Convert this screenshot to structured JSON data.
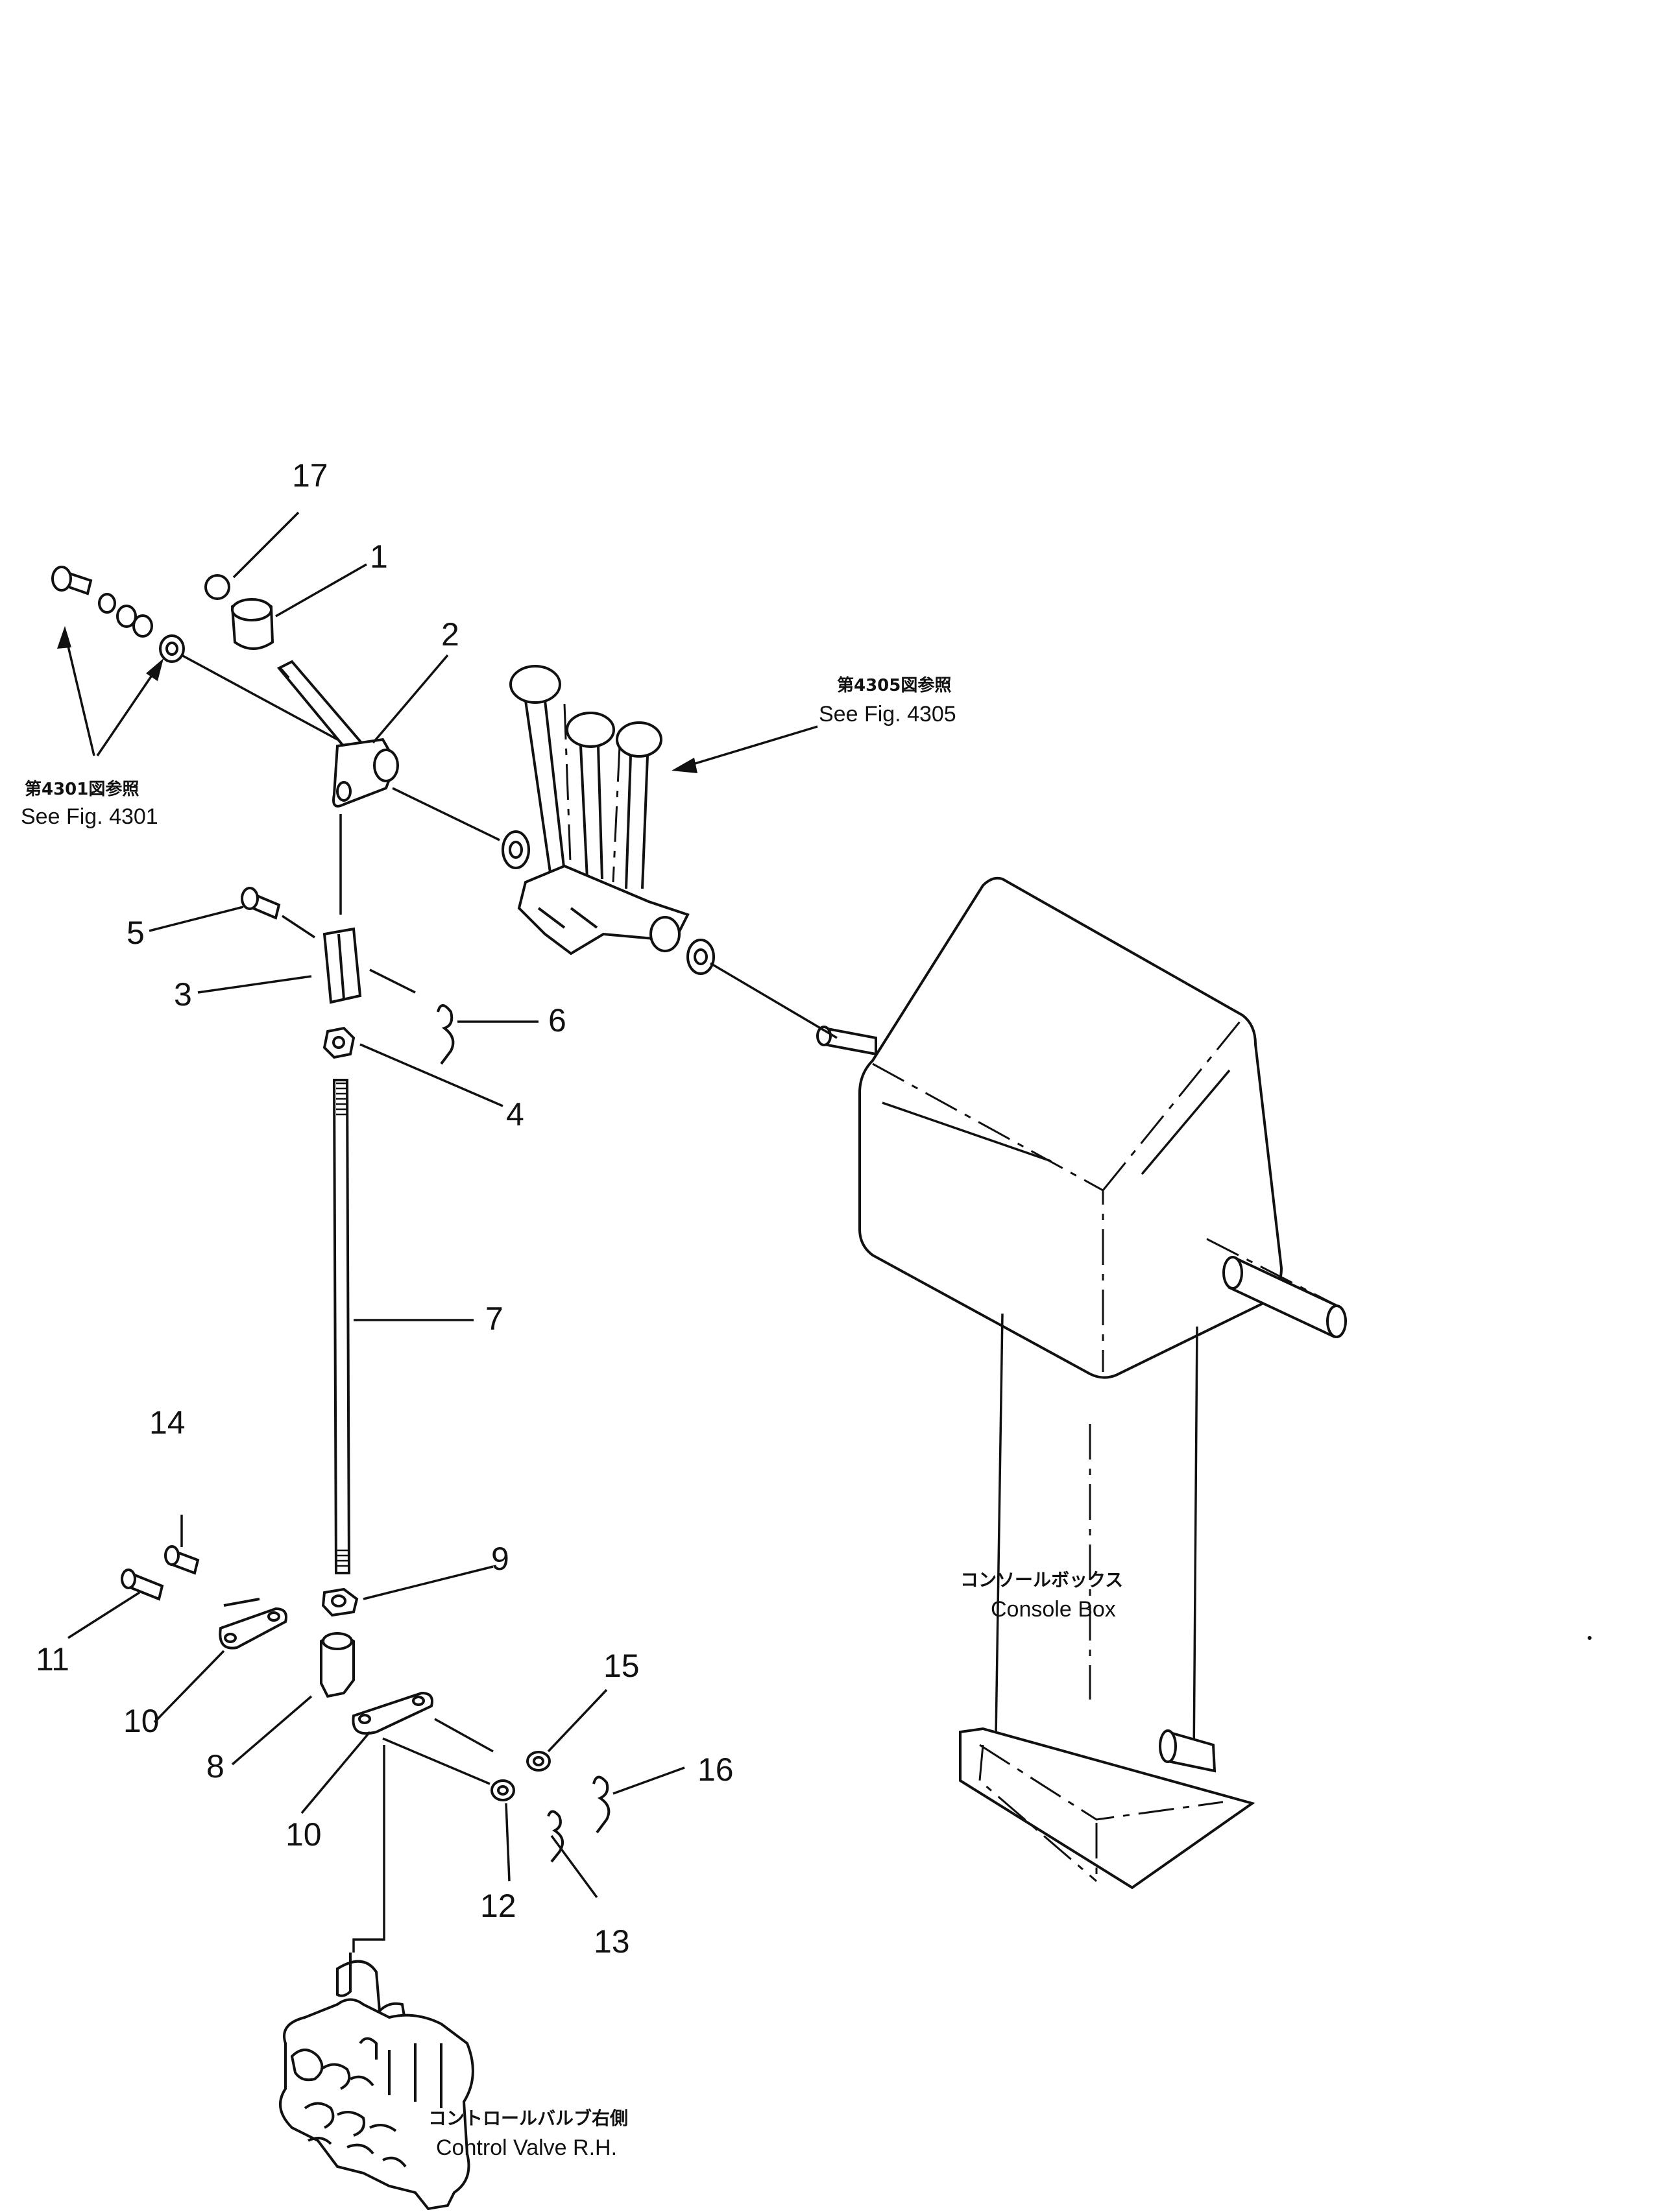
{
  "labels": {
    "p1": "1",
    "p2": "2",
    "p3": "3",
    "p4": "4",
    "p5": "5",
    "p6": "6",
    "p7": "7",
    "p8": "8",
    "p9": "9",
    "p10a": "10",
    "p10b": "10",
    "p11": "11",
    "p12": "12",
    "p13": "13",
    "p14": "14",
    "p15": "15",
    "p16": "16",
    "p17": "17"
  },
  "references": {
    "fig4301_jp": "第4301図参照",
    "fig4301_en": "See Fig. 4301",
    "fig4305_jp": "第4305図参照",
    "fig4305_en": "See Fig. 4305"
  },
  "captions": {
    "console_jp": "コンソールボックス",
    "console_en": "Console Box",
    "valve_jp": "コントロールバルブ右側",
    "valve_en": "Control Valve R.H."
  }
}
